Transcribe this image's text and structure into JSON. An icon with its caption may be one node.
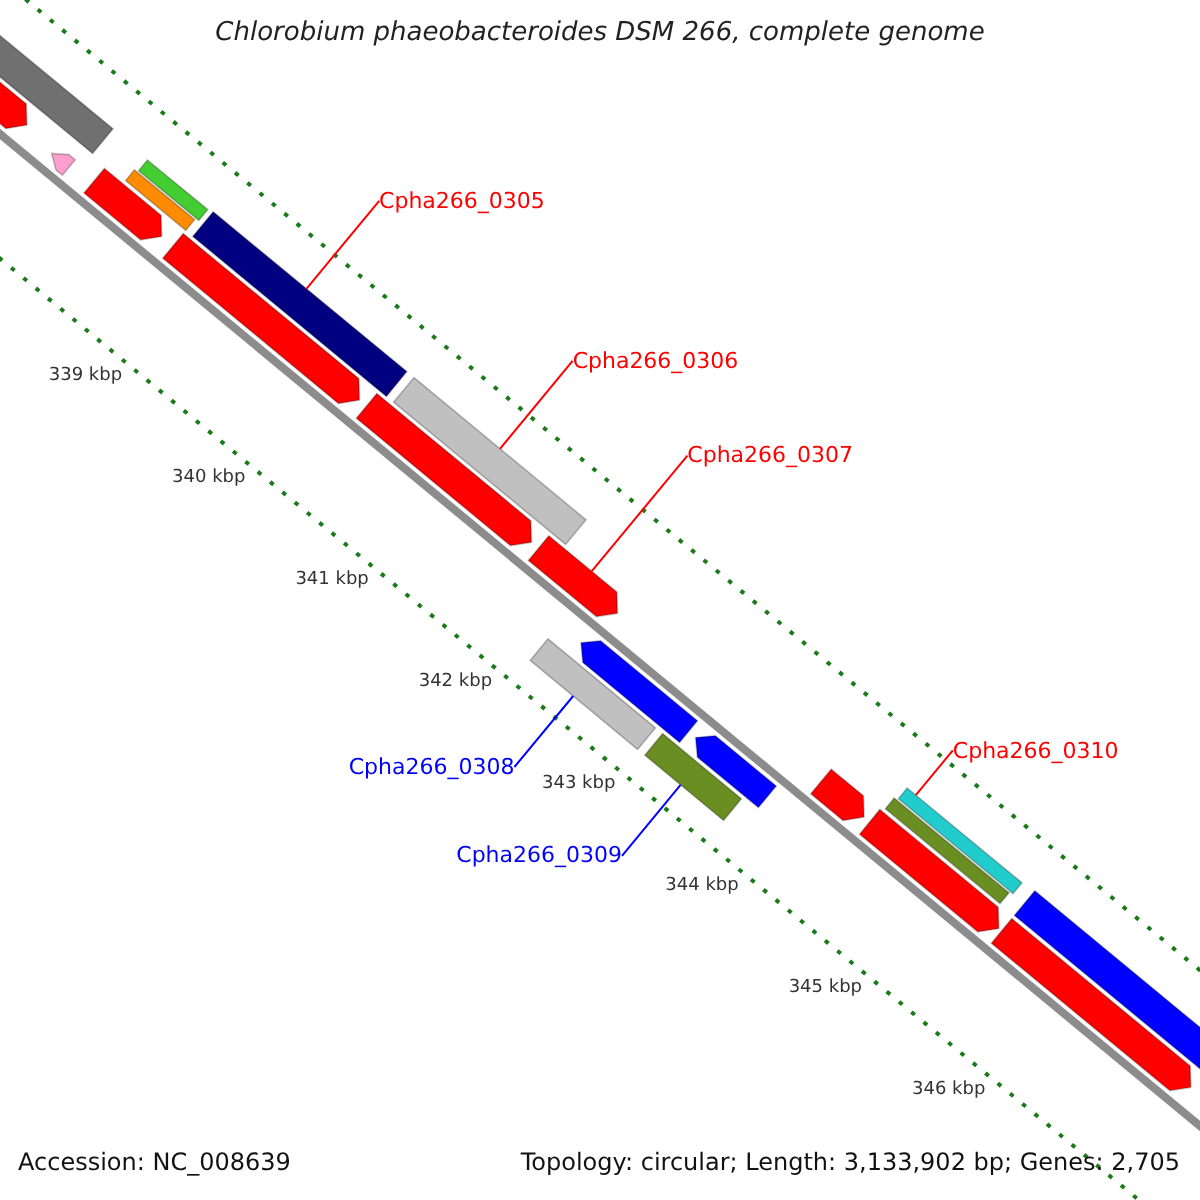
{
  "diagram": {
    "title": "Chlorobium phaeobacteroides DSM 266, complete genome",
    "nodes": [
      {
        "text": [
          "Cpha266_0305"
        ]
      },
      {
        "text": [
          "Cpha266_0306"
        ]
      },
      {
        "text": [
          "Cpha266_0307"
        ]
      },
      {
        "text": [
          "Cpha266_0310"
        ]
      },
      {
        "text": [
          "Cpha266_0308"
        ]
      },
      {
        "text": [
          "Cpha266_0309"
        ]
      },
      {
        "text": [],
        "shape": "bar"
      },
      {
        "text": [],
        "shape": "bar"
      },
      {
        "text": [],
        "shape": "bar"
      },
      {
        "text": [],
        "shape": "bar"
      },
      {
        "text": [],
        "shape": "bar"
      },
      {
        "text": [],
        "shape": "bar"
      },
      {
        "text": [],
        "shape": "bar"
      },
      {
        "text": [],
        "shape": "bar"
      },
      {
        "text": [],
        "shape": "bar"
      },
      {
        "text": [],
        "shape": "bar"
      },
      {
        "text": [],
        "shape": "bar"
      },
      {
        "text": [],
        "shape": "bar"
      },
      {
        "text": [],
        "shape": "bar"
      },
      {
        "text": [],
        "shape": "bar"
      },
      {
        "text": [],
        "shape": "bar"
      },
      {
        "text": [],
        "shape": "bar"
      },
      {
        "text": [],
        "shape": "bar"
      },
      {
        "text": [],
        "shape": "bar"
      },
      {
        "text": [],
        "shape": "bar"
      },
      {
        "text": [],
        "shape": "bar"
      },
      {
        "text": [],
        "shape": "bar"
      }
    ],
    "edges": [
      {
        "from": 0,
        "to": 13,
        "arrow": "none"
      },
      {
        "from": 1,
        "to": 15,
        "arrow": "none"
      },
      {
        "from": 2,
        "to": 16,
        "arrow": "none"
      },
      {
        "from": 3,
        "to": 24,
        "arrow": "none"
      },
      {
        "from": 4,
        "to": 17,
        "arrow": "none",
        "color": "#0000ff"
      },
      {
        "from": 5,
        "to": 19,
        "arrow": "none",
        "color": "#0000ff"
      }
    ],
    "labels": [
      "339 kbp",
      "340 kbp",
      "341 kbp",
      "342 kbp",
      "343 kbp",
      "344 kbp",
      "345 kbp",
      "346 kbp",
      "Accession: NC_008639",
      "Topology: circular; Length: 3,133,902 bp; Genes: 2,705"
    ]
  }
}
